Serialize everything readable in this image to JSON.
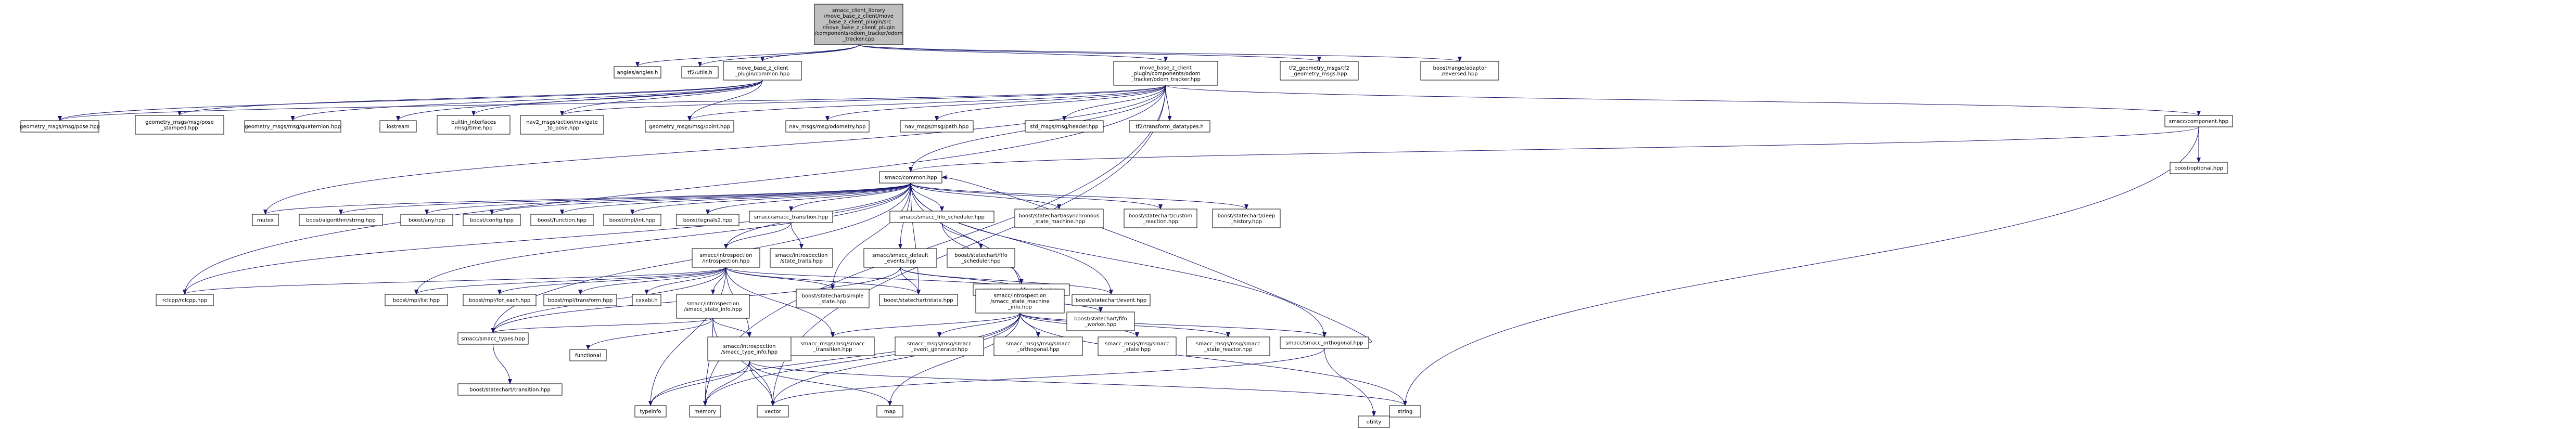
{
  "colors": {
    "edge": "#191970",
    "root_fill": "#bfbfbf",
    "boxed_fill": "#ffffff",
    "border": "#000000"
  },
  "nodes": [
    {
      "id": "root",
      "lines": [
        "smacc_client_library",
        "/move_base_z_client/move",
        "_base_z_client_plugin/src",
        "/move_base_z_client_plugin",
        "/components/odom_tracker/odom",
        "_tracker.cpp"
      ],
      "style": "root"
    },
    {
      "id": "angles",
      "lines": [
        "angles/angles.h"
      ],
      "style": "plain"
    },
    {
      "id": "tf2utils",
      "lines": [
        "tf2/utils.h"
      ],
      "style": "plain"
    },
    {
      "id": "mbcommon",
      "lines": [
        "move_base_z_client",
        "_plugin/common.hpp"
      ],
      "style": "boxed"
    },
    {
      "id": "odomhpp",
      "lines": [
        "move_base_z_client",
        "_plugin/components/odom",
        "_tracker/odom_tracker.hpp"
      ],
      "style": "boxed"
    },
    {
      "id": "tf2geo",
      "lines": [
        "tf2_geometry_msgs/tf2",
        "_geometry_msgs.hpp"
      ],
      "style": "plain"
    },
    {
      "id": "boostrange",
      "lines": [
        "boost/range/adaptor",
        "/reversed.hpp"
      ],
      "style": "plain"
    },
    {
      "id": "gm_pose",
      "lines": [
        "geometry_msgs/msg/pose.hpp"
      ],
      "style": "plain"
    },
    {
      "id": "gm_pose_st",
      "lines": [
        "geometry_msgs/msg/pose",
        "_stamped.hpp"
      ],
      "style": "plain"
    },
    {
      "id": "gm_quat",
      "lines": [
        "geometry_msgs/msg/quaternion.hpp"
      ],
      "style": "plain"
    },
    {
      "id": "iostream",
      "lines": [
        "iostream"
      ],
      "style": "plain"
    },
    {
      "id": "builtin",
      "lines": [
        "builtin_interfaces",
        "/msg/time.hpp"
      ],
      "style": "plain"
    },
    {
      "id": "nav2nav",
      "lines": [
        "nav2_msgs/action/navigate",
        "_to_pose.hpp"
      ],
      "style": "plain"
    },
    {
      "id": "gm_point",
      "lines": [
        "geometry_msgs/msg/point.hpp"
      ],
      "style": "plain"
    },
    {
      "id": "nav_odom",
      "lines": [
        "nav_msgs/msg/odometry.hpp"
      ],
      "style": "plain"
    },
    {
      "id": "nav_path",
      "lines": [
        "nav_msgs/msg/path.hpp"
      ],
      "style": "plain"
    },
    {
      "id": "std_header",
      "lines": [
        "std_msgs/msg/header.hpp"
      ],
      "style": "plain"
    },
    {
      "id": "tf2transform",
      "lines": [
        "tf2/transform_datatypes.h"
      ],
      "style": "plain"
    },
    {
      "id": "smacc_component",
      "lines": [
        "smacc/component.hpp"
      ],
      "style": "boxed"
    },
    {
      "id": "boost_optional",
      "lines": [
        "boost/optional.hpp"
      ],
      "style": "plain"
    },
    {
      "id": "smacc_common",
      "lines": [
        "smacc/common.hpp"
      ],
      "style": "boxed"
    },
    {
      "id": "mutex",
      "lines": [
        "mutex"
      ],
      "style": "plain"
    },
    {
      "id": "algo_string",
      "lines": [
        "boost/algorithm/string.hpp"
      ],
      "style": "plain"
    },
    {
      "id": "boost_any",
      "lines": [
        "boost/any.hpp"
      ],
      "style": "plain"
    },
    {
      "id": "boost_config",
      "lines": [
        "boost/config.hpp"
      ],
      "style": "plain"
    },
    {
      "id": "boost_function",
      "lines": [
        "boost/function.hpp"
      ],
      "style": "plain"
    },
    {
      "id": "boost_mpl_int",
      "lines": [
        "boost/mpl/int.hpp"
      ],
      "style": "plain"
    },
    {
      "id": "boost_signals2",
      "lines": [
        "boost/signals2.hpp"
      ],
      "style": "plain"
    },
    {
      "id": "smacc_transition",
      "lines": [
        "smacc/smacc_transition.hpp"
      ],
      "style": "boxed"
    },
    {
      "id": "smacc_fifo",
      "lines": [
        "smacc/smacc_fifo_scheduler.hpp"
      ],
      "style": "boxed"
    },
    {
      "id": "sc_async",
      "lines": [
        "boost/statechart/asynchronous",
        "_state_machine.hpp"
      ],
      "style": "plain"
    },
    {
      "id": "sc_custom",
      "lines": [
        "boost/statechart/custom",
        "_reaction.hpp"
      ],
      "style": "plain"
    },
    {
      "id": "sc_deep",
      "lines": [
        "boost/statechart/deep",
        "_history.hpp"
      ],
      "style": "plain"
    },
    {
      "id": "introspection",
      "lines": [
        "smacc/introspection",
        "/introspection.hpp"
      ],
      "style": "boxed"
    },
    {
      "id": "state_traits",
      "lines": [
        "smacc/introspection",
        "/state_traits.hpp"
      ],
      "style": "boxed"
    },
    {
      "id": "default_events",
      "lines": [
        "smacc/smacc_default",
        "_events.hpp"
      ],
      "style": "boxed"
    },
    {
      "id": "sc_fifo_sched",
      "lines": [
        "boost/statechart/fifo",
        "_scheduler.hpp"
      ],
      "style": "plain"
    },
    {
      "id": "fifo_worker",
      "lines": [
        "smacc/smacc_fifo_worker.hpp"
      ],
      "style": "boxed"
    },
    {
      "id": "sc_fifo_worker",
      "lines": [
        "boost/statechart/fifo",
        "_worker.hpp"
      ],
      "style": "plain"
    },
    {
      "id": "rcl_cpp",
      "lines": [
        "rclcpp/rclcpp.hpp"
      ],
      "style": "plain"
    },
    {
      "id": "mpl_list",
      "lines": [
        "boost/mpl/list.hpp"
      ],
      "style": "plain"
    },
    {
      "id": "mpl_for_each",
      "lines": [
        "boost/mpl/for_each.hpp"
      ],
      "style": "plain"
    },
    {
      "id": "mpl_transform",
      "lines": [
        "boost/mpl/transform.hpp"
      ],
      "style": "plain"
    },
    {
      "id": "cxxabi",
      "lines": [
        "cxxabi.h"
      ],
      "style": "plain"
    },
    {
      "id": "state_info",
      "lines": [
        "smacc/introspection",
        "/smacc_state_info.hpp"
      ],
      "style": "boxed"
    },
    {
      "id": "sc_simple_state",
      "lines": [
        "boost/statechart/simple",
        "_state.hpp"
      ],
      "style": "plain"
    },
    {
      "id": "sc_state",
      "lines": [
        "boost/statechart/state.hpp"
      ],
      "style": "plain"
    },
    {
      "id": "sm_info",
      "lines": [
        "smacc/introspection",
        "/smacc_state_machine",
        "_info.hpp"
      ],
      "style": "boxed"
    },
    {
      "id": "sc_event",
      "lines": [
        "boost/statechart/event.hpp"
      ],
      "style": "plain"
    },
    {
      "id": "smacc_types",
      "lines": [
        "smacc/smacc_types.hpp"
      ],
      "style": "boxed"
    },
    {
      "id": "functional",
      "lines": [
        "functional"
      ],
      "style": "plain"
    },
    {
      "id": "type_info",
      "lines": [
        "smacc/introspection",
        "/smacc_type_info.hpp"
      ],
      "style": "boxed"
    },
    {
      "id": "msg_transition",
      "lines": [
        "smacc_msgs/msg/smacc",
        "_transition.hpp"
      ],
      "style": "plain"
    },
    {
      "id": "msg_evgen",
      "lines": [
        "smacc_msgs/msg/smacc",
        "_event_generator.hpp"
      ],
      "style": "plain"
    },
    {
      "id": "msg_orth",
      "lines": [
        "smacc_msgs/msg/smacc",
        "_orthogonal.hpp"
      ],
      "style": "plain"
    },
    {
      "id": "msg_state",
      "lines": [
        "smacc_msgs/msg/smacc",
        "_state.hpp"
      ],
      "style": "plain"
    },
    {
      "id": "msg_reactor",
      "lines": [
        "smacc_msgs/msg/smacc",
        "_state_reactor.hpp"
      ],
      "style": "plain"
    },
    {
      "id": "smacc_orthogonal",
      "lines": [
        "smacc/smacc_orthogonal.hpp"
      ],
      "style": "boxed"
    },
    {
      "id": "sc_transition",
      "lines": [
        "boost/statechart/transition.hpp"
      ],
      "style": "plain"
    },
    {
      "id": "typeinfo",
      "lines": [
        "typeinfo"
      ],
      "style": "plain"
    },
    {
      "id": "memory",
      "lines": [
        "memory"
      ],
      "style": "plain"
    },
    {
      "id": "vector",
      "lines": [
        "vector"
      ],
      "style": "plain"
    },
    {
      "id": "map",
      "lines": [
        "map"
      ],
      "style": "plain"
    },
    {
      "id": "string",
      "lines": [
        "string"
      ],
      "style": "plain"
    },
    {
      "id": "utility",
      "lines": [
        "utility"
      ],
      "style": "plain"
    },
    {
      "id": "sc_fifo_worker2",
      "lines": [
        "boost/statechart/fifo",
        "_worker.hpp"
      ],
      "style": "plain"
    }
  ],
  "edges": [
    [
      "root",
      "angles"
    ],
    [
      "root",
      "tf2utils"
    ],
    [
      "root",
      "mbcommon"
    ],
    [
      "root",
      "odomhpp"
    ],
    [
      "root",
      "tf2geo"
    ],
    [
      "root",
      "boostrange"
    ],
    [
      "mbcommon",
      "gm_pose"
    ],
    [
      "mbcommon",
      "gm_pose_st"
    ],
    [
      "mbcommon",
      "gm_quat"
    ],
    [
      "mbcommon",
      "iostream"
    ],
    [
      "mbcommon",
      "builtin"
    ],
    [
      "mbcommon",
      "nav2nav"
    ],
    [
      "mbcommon",
      "gm_point"
    ],
    [
      "odomhpp",
      "gm_pose"
    ],
    [
      "odomhpp",
      "nav2nav"
    ],
    [
      "odomhpp",
      "gm_point"
    ],
    [
      "odomhpp",
      "nav_odom"
    ],
    [
      "odomhpp",
      "nav_path"
    ],
    [
      "odomhpp",
      "std_header"
    ],
    [
      "odomhpp",
      "tf2transform"
    ],
    [
      "odomhpp",
      "smacc_component"
    ],
    [
      "odomhpp",
      "smacc_common"
    ],
    [
      "odomhpp",
      "mutex"
    ],
    [
      "odomhpp",
      "rcl_cpp"
    ],
    [
      "odomhpp",
      "memory"
    ],
    [
      "odomhpp",
      "vector"
    ],
    [
      "smacc_component",
      "boost_optional"
    ],
    [
      "smacc_component",
      "string"
    ],
    [
      "smacc_component",
      "smacc_common"
    ],
    [
      "smacc_common",
      "mutex"
    ],
    [
      "smacc_common",
      "algo_string"
    ],
    [
      "smacc_common",
      "boost_any"
    ],
    [
      "smacc_common",
      "boost_config"
    ],
    [
      "smacc_common",
      "boost_function"
    ],
    [
      "smacc_common",
      "boost_mpl_int"
    ],
    [
      "smacc_common",
      "boost_signals2"
    ],
    [
      "smacc_common",
      "smacc_transition"
    ],
    [
      "smacc_common",
      "smacc_fifo"
    ],
    [
      "smacc_common",
      "sc_async"
    ],
    [
      "smacc_common",
      "sc_custom"
    ],
    [
      "smacc_common",
      "sc_deep"
    ],
    [
      "smacc_common",
      "introspection"
    ],
    [
      "smacc_common",
      "default_events"
    ],
    [
      "smacc_common",
      "rcl_cpp"
    ],
    [
      "smacc_common",
      "mpl_list"
    ],
    [
      "smacc_common",
      "sc_simple_state"
    ],
    [
      "smacc_common",
      "sc_state"
    ],
    [
      "smacc_common",
      "sc_event"
    ],
    [
      "smacc_common",
      "smacc_types"
    ],
    [
      "smacc_common",
      "sm_info"
    ],
    [
      "smacc_common",
      "smacc_orthogonal"
    ],
    [
      "smacc_transition",
      "introspection"
    ],
    [
      "smacc_transition",
      "state_traits"
    ],
    [
      "smacc_fifo",
      "sc_fifo_sched"
    ],
    [
      "smacc_fifo",
      "fifo_worker"
    ],
    [
      "fifo_worker",
      "sc_fifo_worker"
    ],
    [
      "default_events",
      "sc_event"
    ],
    [
      "default_events",
      "sc_state"
    ],
    [
      "default_events",
      "sm_info"
    ],
    [
      "default_events",
      "smacc_types"
    ],
    [
      "introspection",
      "rcl_cpp"
    ],
    [
      "introspection",
      "mpl_list"
    ],
    [
      "introspection",
      "mpl_for_each"
    ],
    [
      "introspection",
      "mpl_transform"
    ],
    [
      "introspection",
      "cxxabi"
    ],
    [
      "introspection",
      "state_info"
    ],
    [
      "introspection",
      "sc_simple_state"
    ],
    [
      "introspection",
      "sc_state"
    ],
    [
      "introspection",
      "sm_info"
    ],
    [
      "introspection",
      "smacc_types"
    ],
    [
      "introspection",
      "typeinfo"
    ],
    [
      "introspection",
      "msg_transition"
    ],
    [
      "introspection",
      "type_info"
    ],
    [
      "state_info",
      "smacc_types"
    ],
    [
      "state_info",
      "functional"
    ],
    [
      "state_info",
      "type_info"
    ],
    [
      "state_info",
      "memory"
    ],
    [
      "state_info",
      "vector"
    ],
    [
      "type_info",
      "memory"
    ],
    [
      "type_info",
      "vector"
    ],
    [
      "type_info",
      "map"
    ],
    [
      "type_info",
      "typeinfo"
    ],
    [
      "type_info",
      "string"
    ],
    [
      "smacc_types",
      "sc_transition"
    ],
    [
      "sm_info",
      "msg_transition"
    ],
    [
      "sm_info",
      "msg_evgen"
    ],
    [
      "sm_info",
      "msg_orth"
    ],
    [
      "sm_info",
      "msg_state"
    ],
    [
      "sm_info",
      "msg_reactor"
    ],
    [
      "sm_info",
      "smacc_orthogonal"
    ],
    [
      "sm_info",
      "memory"
    ],
    [
      "sm_info",
      "vector"
    ],
    [
      "sm_info",
      "map"
    ],
    [
      "sm_info",
      "string"
    ],
    [
      "sm_info",
      "typeinfo"
    ],
    [
      "smacc_orthogonal",
      "vector"
    ],
    [
      "smacc_orthogonal",
      "utility"
    ],
    [
      "smacc_orthogonal",
      "smacc_common"
    ]
  ]
}
